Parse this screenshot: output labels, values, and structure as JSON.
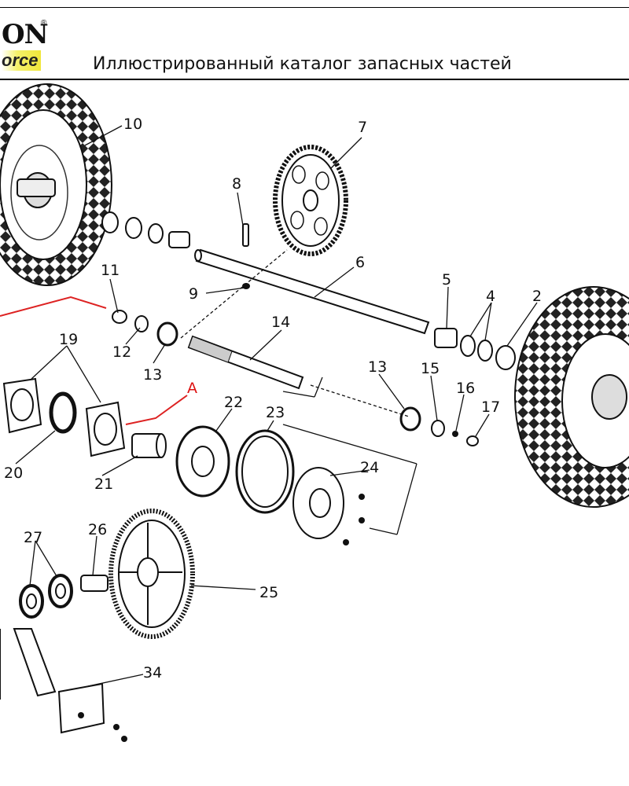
{
  "header": {
    "logo_top": "ON",
    "logo_registered": "®",
    "logo_bottom": "orce",
    "title": "Иллюстрированный каталог запасных частей"
  },
  "callouts": [
    "10",
    "7",
    "8",
    "6",
    "11",
    "9",
    "5",
    "4",
    "2",
    "12",
    "13",
    "14",
    "19",
    "13",
    "15",
    "16",
    "17",
    "20",
    "21",
    "22",
    "23",
    "24",
    "27",
    "26",
    "25",
    "34"
  ],
  "marker_label": "A",
  "colors": {
    "marker": "#dd2222",
    "line": "#111111"
  }
}
